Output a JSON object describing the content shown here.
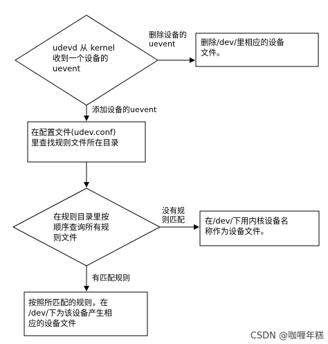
{
  "nodes": {
    "decision1": "udevd 从 kernel\n收到一个设备的\nuevent",
    "remove_action": "删除/dev/里相应的设备\n文件。",
    "config_box": "在配置文件(udev.conf)\n里查找规则文件所在目录",
    "decision2": "在规则目录里按\n顺序查询所有规\n则文件",
    "kernel_name": "在/dev/下用内核设备名\n称作为设备文件。",
    "final_box": "按照所匹配的规则，在\n/dev/下为该设备产生相\n应的设备文件"
  },
  "edges": {
    "remove_label": "删除设备的\nuevent",
    "add_label": "添加设备的uevent",
    "no_match_label": "没有规\n则匹配",
    "match_label": "有匹配规则"
  },
  "watermark": "CSDN @咖喱年糕"
}
